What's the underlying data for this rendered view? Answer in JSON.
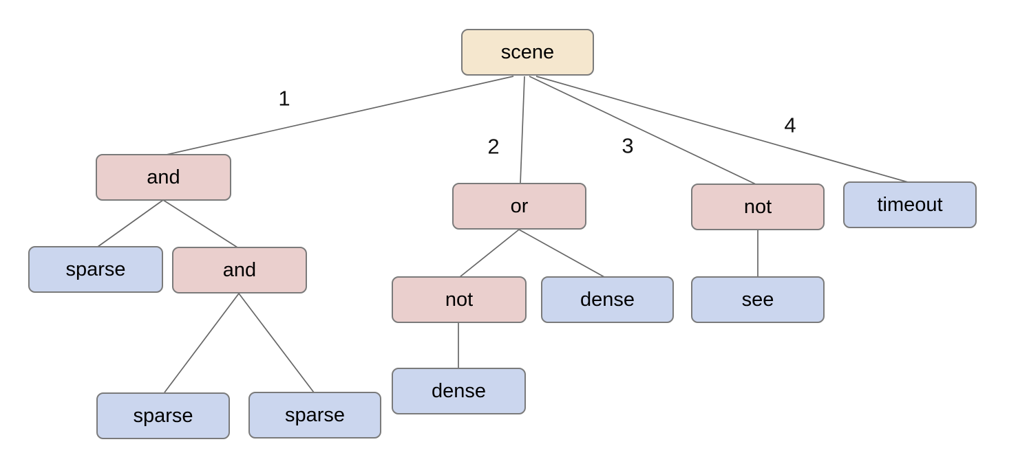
{
  "palette": {
    "background": "#ffffff",
    "root_fill": "#f5e7ce",
    "operator_fill": "#eacfcd",
    "leaf_fill": "#cbd6ee",
    "node_border": "#7a7a7a",
    "edge_stroke": "#666666",
    "text_color": "#000000"
  },
  "tree": {
    "nodes": [
      {
        "id": "scene",
        "label": "scene",
        "kind": "root",
        "parent": null
      },
      {
        "id": "and-1",
        "label": "and",
        "kind": "operator",
        "parent": "scene"
      },
      {
        "id": "or-1",
        "label": "or",
        "kind": "operator",
        "parent": "scene"
      },
      {
        "id": "not-1",
        "label": "not",
        "kind": "operator",
        "parent": "scene"
      },
      {
        "id": "timeout-1",
        "label": "timeout",
        "kind": "leaf",
        "parent": "scene"
      },
      {
        "id": "sparse-1",
        "label": "sparse",
        "kind": "leaf",
        "parent": "and-1"
      },
      {
        "id": "and-2",
        "label": "and",
        "kind": "operator",
        "parent": "and-1"
      },
      {
        "id": "not-2",
        "label": "not",
        "kind": "operator",
        "parent": "or-1"
      },
      {
        "id": "dense-1",
        "label": "dense",
        "kind": "leaf",
        "parent": "or-1"
      },
      {
        "id": "see-1",
        "label": "see",
        "kind": "leaf",
        "parent": "not-1"
      },
      {
        "id": "dense-2",
        "label": "dense",
        "kind": "leaf",
        "parent": "not-2"
      },
      {
        "id": "sparse-2",
        "label": "sparse",
        "kind": "leaf",
        "parent": "and-2"
      },
      {
        "id": "sparse-3",
        "label": "sparse",
        "kind": "leaf",
        "parent": "and-2"
      }
    ],
    "edge_labels": [
      {
        "text": "1",
        "from": "scene",
        "to": "and-1"
      },
      {
        "text": "2",
        "from": "scene",
        "to": "or-1"
      },
      {
        "text": "3",
        "from": "scene",
        "to": "not-1"
      },
      {
        "text": "4",
        "from": "scene",
        "to": "timeout-1"
      }
    ]
  }
}
